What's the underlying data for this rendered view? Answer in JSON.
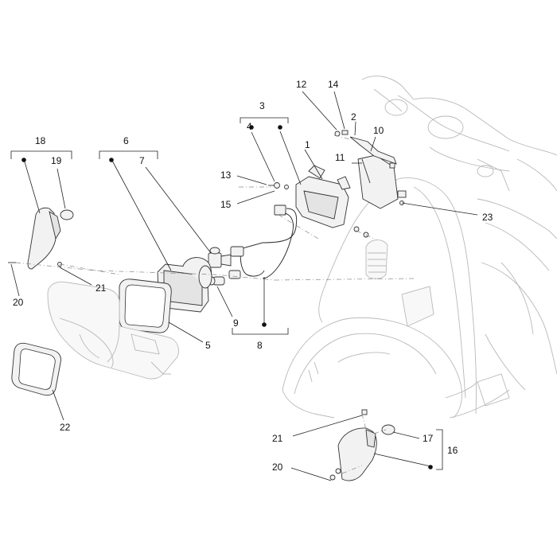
{
  "callouts": {
    "c1": "1",
    "c2": "2",
    "c3": "3",
    "c4": "4",
    "c5": "5",
    "c6": "6",
    "c7": "7",
    "c8": "8",
    "c9": "9",
    "c10": "10",
    "c11": "11",
    "c12": "12",
    "c13": "13",
    "c14": "14",
    "c15": "15",
    "c16": "16",
    "c17": "17",
    "c18": "18",
    "c19": "19",
    "c20a": "20",
    "c20b": "20",
    "c21a": "21",
    "c21b": "21",
    "c22": "22",
    "c23": "23"
  }
}
